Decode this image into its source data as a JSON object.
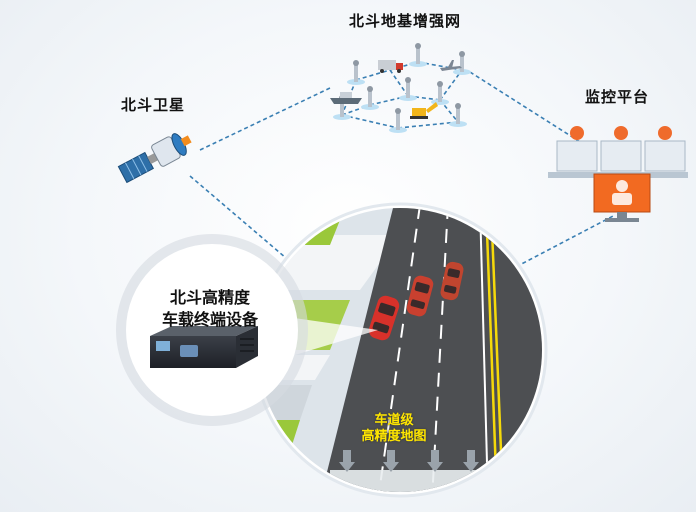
{
  "labels": {
    "satellite": "北斗卫星",
    "ground_network": "北斗地基增强网",
    "monitor_platform": "监控平台",
    "device_line1": "北斗高精度",
    "device_line2": "车载终端设备",
    "map_line1": "车道级",
    "map_line2": "高精度地图"
  },
  "colors": {
    "dashed_link": "#3a7fb3",
    "road": "#4d4f52",
    "lane_yellow": "#f5d90a",
    "car_red": "#d8312a",
    "grass": "#9ac83a",
    "monitor_orange": "#f26a21",
    "person_orange": "#ef6b2c"
  },
  "icons": [
    "satellite-icon",
    "base-station-icon",
    "truck-icon",
    "ship-icon",
    "plane-icon",
    "excavator-icon",
    "monitor-operator-icon",
    "terminal-device-icon",
    "car-icon",
    "lane-arrow-icon"
  ]
}
